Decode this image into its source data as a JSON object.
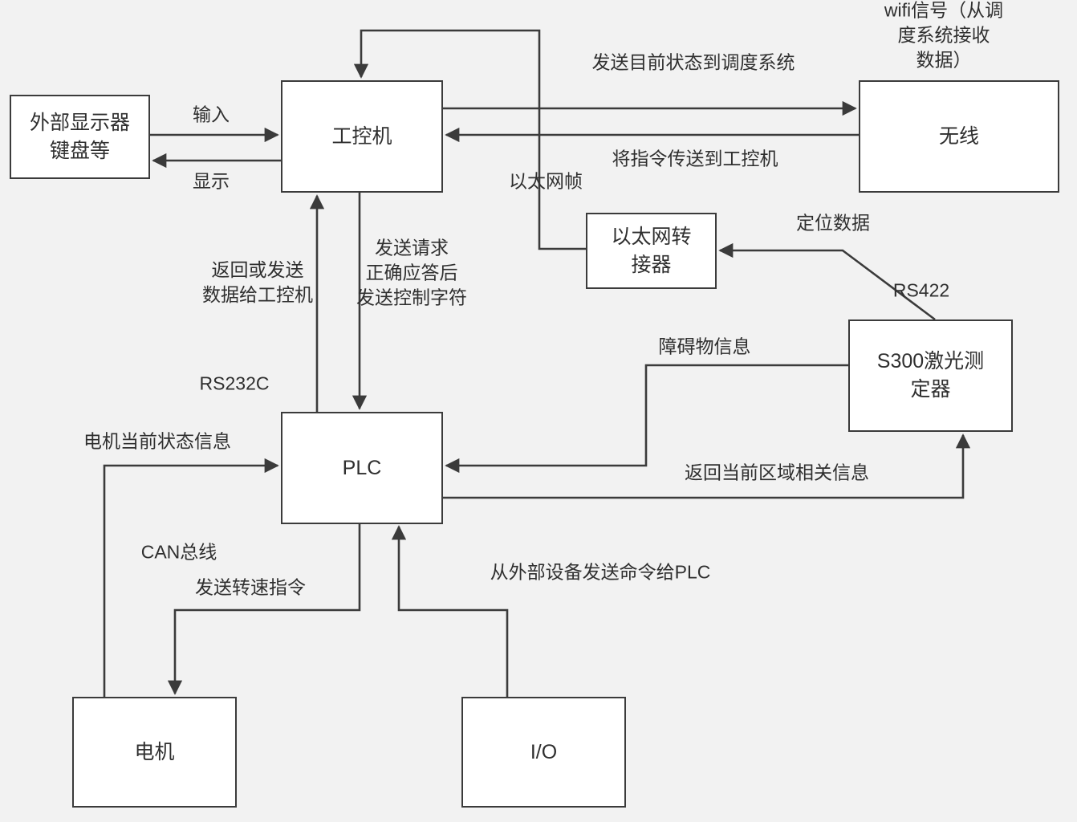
{
  "colors": {
    "background": "#f2f2f2",
    "line": "#3b3b3b",
    "box_fill": "#ffffff",
    "text": "#2f2f2f"
  },
  "boxes": {
    "external_display": {
      "label": "外部显示器\n键盘等"
    },
    "ipc": {
      "label": "工控机"
    },
    "wireless": {
      "label": "无线"
    },
    "ethernet_adapter": {
      "label": "以太网转\n接器"
    },
    "s300": {
      "label": "S300激光测\n定器"
    },
    "plc": {
      "label": "PLC"
    },
    "motor": {
      "label": "电机"
    },
    "io": {
      "label": "I/O"
    }
  },
  "labels": {
    "wifi_note": "wifi信号（从调度系统接收\n数据）",
    "send_status": "发送目前状态到调度系统",
    "transmit_cmd": "将指令传送到工控机",
    "input": "输入",
    "display": "显示",
    "ethernet_frame": "以太网帧",
    "positioning_data": "定位数据",
    "rs422": "RS422",
    "return_or_send": "返回或发送\n数据给工控机",
    "send_request": "发送请求\n正确应答后\n发送控制字符",
    "rs232c": "RS232C",
    "obstacle_info": "障碍物信息",
    "motor_status": "电机当前状态信息",
    "return_area_info": "返回当前区域相关信息",
    "can_bus": "CAN总线",
    "send_speed": "发送转速指令",
    "external_cmd": "从外部设备发送命令给PLC"
  }
}
